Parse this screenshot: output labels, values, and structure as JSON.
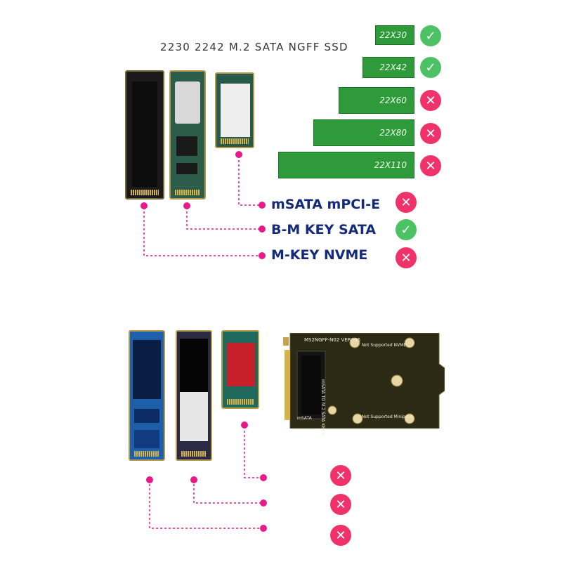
{
  "title": "2230 2242 M.2 SATA NGFF SSD",
  "sizes": [
    {
      "label": "22X30",
      "status": "check-icon"
    },
    {
      "label": "22X42",
      "status": "check-icon"
    },
    {
      "label": "22X60",
      "status": "cross-icon"
    },
    {
      "label": "22X80",
      "status": "cross-icon"
    },
    {
      "label": "22X110",
      "status": "cross-icon"
    }
  ],
  "interfaces": [
    {
      "label": "mSATA mPCI-E",
      "status": "cross-icon"
    },
    {
      "label": "B-M KEY SATA",
      "status": "check-icon"
    },
    {
      "label": "M-KEY NVME",
      "status": "cross-icon"
    }
  ],
  "adapter": {
    "model": "MS2NGFF-N02 VER006",
    "line1": "mSATA TO M.2 SATA KEY-B",
    "not_nvme": "Not Supported NVME",
    "not_minipcie": "Not Supported Minipci-e",
    "msata": "mSATA"
  },
  "glyphs": {
    "check": "✓",
    "cross": "✕"
  },
  "colors": {
    "ok": "#4cc264",
    "no": "#f0326a",
    "accent": "#e8198b",
    "text": "#142a7a"
  }
}
